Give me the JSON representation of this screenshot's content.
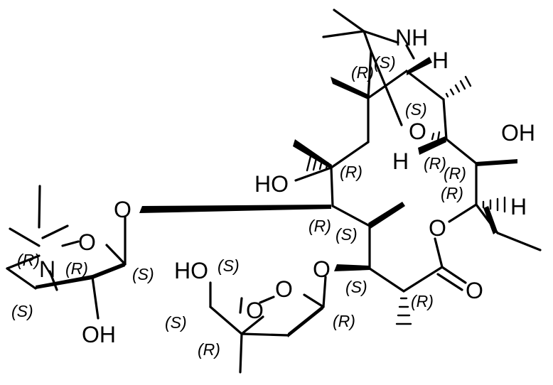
{
  "atoms": {
    "nh": "NH",
    "h_top": "H",
    "o_ring_ether": "O",
    "h_left": "H",
    "oh_right": "OH",
    "h_right": "H",
    "ho_center": "HO",
    "o_lactone": "O",
    "o_carbonyl": "O",
    "o_glyco_left": "O",
    "o_glyco_right": "O",
    "o_desos_ring": "O",
    "n_desos": "N",
    "oh_desos": "OH",
    "ho_clad": "HO",
    "o_clad_ring": "O",
    "o_clad_methoxy": "O"
  },
  "stereo": {
    "s_1": "(S)",
    "r_1": "(R)",
    "s_2": "(S)",
    "r_2": "(R)",
    "r_3": "(R)",
    "r_4": "(R)",
    "r_5": "(R)",
    "r_6": "(R)",
    "s_3": "(S)",
    "s_4": "(S)",
    "r_7": "(R)",
    "r_8": "(R)",
    "r_9": "(R)",
    "s_5": "(S)",
    "s_6": "(S)",
    "s_7": "(S)",
    "r_10": "(R)",
    "r_11": "(R)",
    "s_8": "(S)"
  }
}
